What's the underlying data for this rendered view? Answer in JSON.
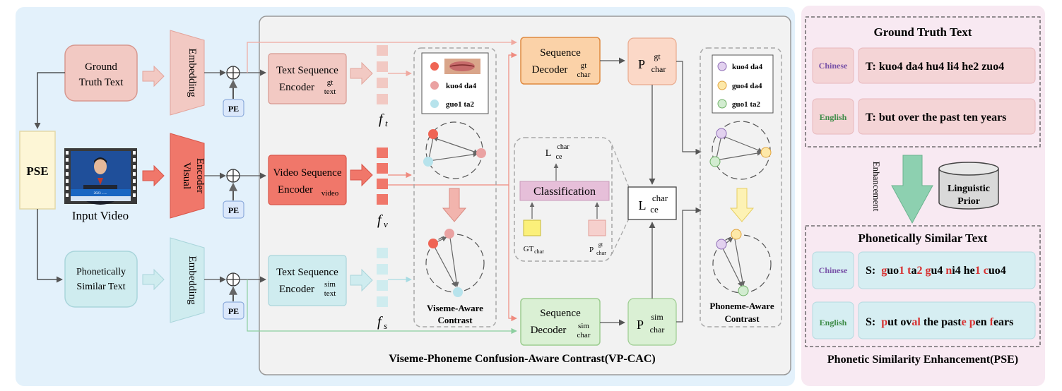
{
  "left": {
    "pse_label": "PSE",
    "gt_box": [
      "Ground",
      "Truth Text"
    ],
    "sim_box": [
      "Phonetically",
      "Similar Text"
    ],
    "input_video": "Input Video",
    "embedding_top": "Embedding",
    "visual_encoder": [
      "Visual",
      "Encoder"
    ],
    "embedding_bottom": "Embedding",
    "pe": "PE",
    "video_caption_lines": [
      "2023 ......",
      "......",
      "......"
    ]
  },
  "center": {
    "panel_title": "Viseme-Phoneme Confusion-Aware Contrast(VP-CAC)",
    "text_encoder_gt": {
      "main": "Text Sequence",
      "base": "Encoder",
      "sup": "gt",
      "sub": "text"
    },
    "video_encoder": {
      "main": "Video Sequence",
      "base": "Encoder",
      "sub": "video"
    },
    "text_encoder_sim": {
      "main": "Text Sequence",
      "base": "Encoder",
      "sup": "sim",
      "sub": "text"
    },
    "feat_t": {
      "base": "f",
      "sub": "t"
    },
    "feat_v": {
      "base": "f",
      "sub": "v"
    },
    "feat_s": {
      "base": "f",
      "sub": "s"
    },
    "viseme_legend": [
      "kuo4 da4",
      "guo1 ta2"
    ],
    "viseme_title": [
      "Viseme-Aware",
      "Contrast"
    ],
    "decoder_gt": {
      "main": "Sequence",
      "base": "Decoder",
      "sup": "gt",
      "sub": "char"
    },
    "decoder_sim": {
      "main": "Sequence",
      "base": "Decoder",
      "sup": "sim",
      "sub": "char"
    },
    "p_gt": {
      "base": "P",
      "sup": "gt",
      "sub": "char"
    },
    "p_sim": {
      "base": "P",
      "sup": "sim",
      "sub": "char"
    },
    "classification": "Classification",
    "lce_small": {
      "base": "L",
      "sup": "char",
      "sub": "ce"
    },
    "lce_big": {
      "base": "L",
      "sup": "char",
      "sub": "ce"
    },
    "gt_char": {
      "base": "GT",
      "sub": "char"
    },
    "p_gt_char_small": {
      "base": "P",
      "sup": "gt",
      "sub": "char"
    },
    "phoneme_legend": [
      "kuo4 da4",
      "guo4 da4",
      "guo1 ta2"
    ],
    "phoneme_title": [
      "Phoneme-Aware",
      "Contrast"
    ]
  },
  "right": {
    "gt_title": "Ground Truth Text",
    "chinese_label": "Chinese",
    "english_label": "English",
    "gt_chinese": "T:  kuo4 da4 hu4 li4 he2 zuo4",
    "gt_english": "T:  but over the past ten years",
    "enhancement": "Enhancement",
    "linguistic_prior": [
      "Linguistic",
      "Prior"
    ],
    "sim_title": "Phonetically Similar Text",
    "sim_chinese_label": "Chinese",
    "sim_english_label": "English",
    "sim_chinese_segments": [
      {
        "t": "S:  ",
        "red": false
      },
      {
        "t": "g",
        "red": true
      },
      {
        "t": "uo",
        "red": false
      },
      {
        "t": "1",
        "red": true
      },
      {
        "t": " ",
        "red": false
      },
      {
        "t": "t",
        "red": true
      },
      {
        "t": "a",
        "red": false
      },
      {
        "t": "2",
        "red": true
      },
      {
        "t": " ",
        "red": false
      },
      {
        "t": "g",
        "red": true
      },
      {
        "t": "u4 ",
        "red": false
      },
      {
        "t": "n",
        "red": true
      },
      {
        "t": "i4 he",
        "red": false
      },
      {
        "t": "1",
        "red": true
      },
      {
        "t": " ",
        "red": false
      },
      {
        "t": "c",
        "red": true
      },
      {
        "t": "uo4",
        "red": false
      }
    ],
    "sim_english_segments": [
      {
        "t": "S:  ",
        "red": false
      },
      {
        "t": "p",
        "red": true
      },
      {
        "t": "ut ov",
        "red": false
      },
      {
        "t": "al",
        "red": true
      },
      {
        "t": " the past",
        "red": false
      },
      {
        "t": "e",
        "red": true
      },
      {
        "t": " ",
        "red": false
      },
      {
        "t": "p",
        "red": true
      },
      {
        "t": "en ",
        "red": false
      },
      {
        "t": "f",
        "red": true
      },
      {
        "t": "ears",
        "red": false
      }
    ],
    "pse_title": "Phonetic Similarity Enhancement(PSE)"
  },
  "colors": {
    "gt_fill": "#f2c9c3",
    "gt_stroke": "#d79890",
    "video_fill": "#f0776a",
    "video_stroke": "#d9564a",
    "sim_fill": "#cfecef",
    "sim_stroke": "#a9d5db",
    "decoder_gt_fill": "#fbd2a8",
    "decoder_gt_stroke": "#e0893f",
    "decoder_sim_fill": "#daf0d4",
    "decoder_sim_stroke": "#9ccc90",
    "classification_fill": "#e6bfd9",
    "red_text": "#d73030",
    "chinese_purple": "#7a54a8",
    "english_green": "#3e8c48",
    "pse_fill": "#fdf6d6",
    "blue_panel": "#e3f1fb",
    "pink_panel": "#f8e9f2"
  }
}
